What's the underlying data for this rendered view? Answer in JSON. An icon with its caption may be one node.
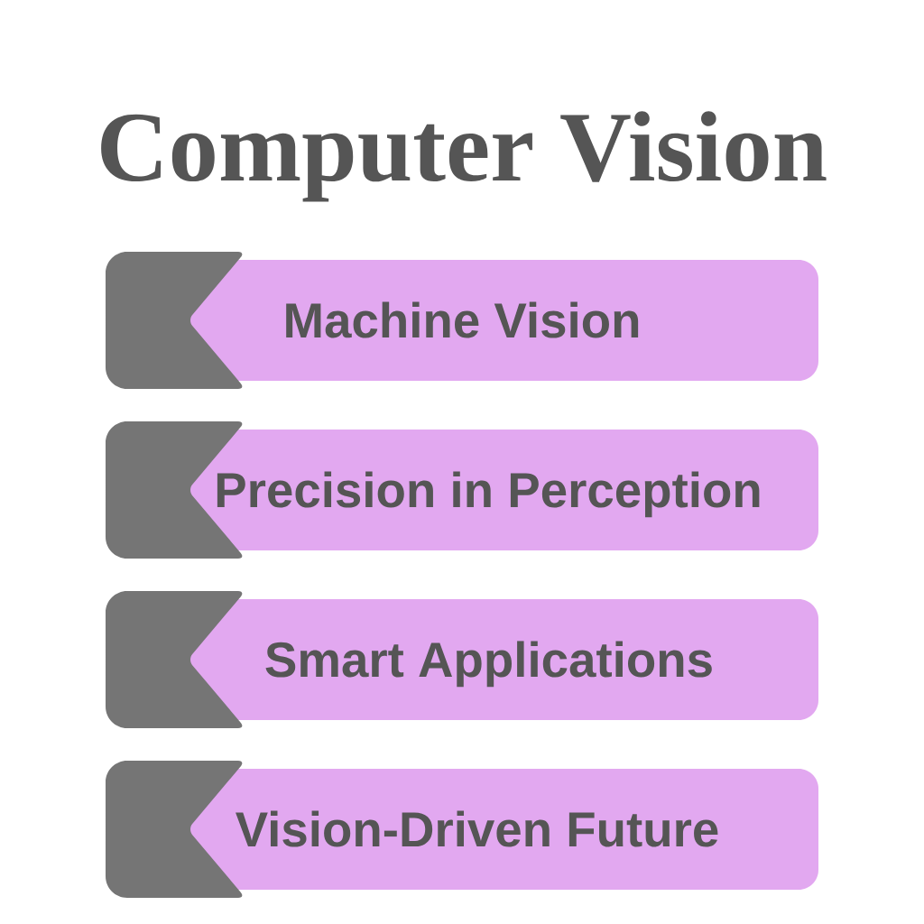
{
  "diagram": {
    "title": "Computer Vision",
    "nodes": [
      {
        "text": [
          "Machine Vision"
        ]
      },
      {
        "text": [
          "Precision in Perception"
        ]
      },
      {
        "text": [
          "Smart Applications"
        ]
      },
      {
        "text": [
          "Vision-Driven Future"
        ]
      }
    ]
  }
}
